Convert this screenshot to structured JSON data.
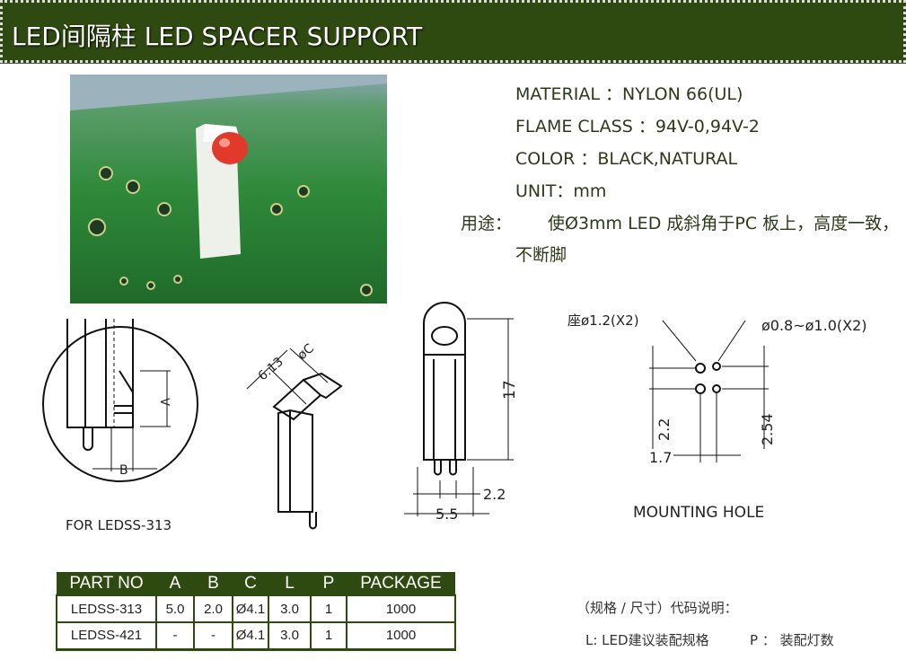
{
  "header": {
    "title": "LED间隔柱 LED SPACER SUPPORT"
  },
  "specs": [
    {
      "text": "MATERIAL ：NYLON 66(UL)"
    },
    {
      "text": "FLAME CLASS ：94V-0,94V-2"
    },
    {
      "text": "COLOR ：BLACK,NATURAL"
    },
    {
      "text": "UNIT：mm"
    }
  ],
  "usage": {
    "label": "用途：",
    "text": "使Ø3mm LED 成斜角于PC 板上，高度一致，",
    "text2": "不断脚"
  },
  "drawings": {
    "detail": {
      "label_a": "A",
      "label_b": "B",
      "caption": "FOR LEDSS-313"
    },
    "angled": {
      "dim_len": "6.13",
      "dim_dia": "øC"
    },
    "front": {
      "height": "17",
      "pin_pitch": "2.2",
      "width": "5.5"
    },
    "mounting": {
      "seat_hole": "座ø1.2(X2)",
      "pin_hole": "ø0.8~ø1.0(X2)",
      "dim_v1": "2.2",
      "dim_v2": "2.54",
      "dim_h": "1.7",
      "caption": "MOUNTING HOLE"
    }
  },
  "table": {
    "headers": [
      "PART NO",
      "A",
      "B",
      "C",
      "L",
      "P",
      "PACKAGE"
    ],
    "rows": [
      [
        "LEDSS-313",
        "5.0",
        "2.0",
        "Ø4.1",
        "3.0",
        "1",
        "1000"
      ],
      [
        "LEDSS-421",
        "-",
        "-",
        "Ø4.1",
        "3.0",
        "1",
        "1000"
      ]
    ]
  },
  "notes": {
    "title": "（规格 / 尺寸）代码说明：",
    "l": "L: LED建议装配规格",
    "p": "P ： 装配灯数"
  }
}
